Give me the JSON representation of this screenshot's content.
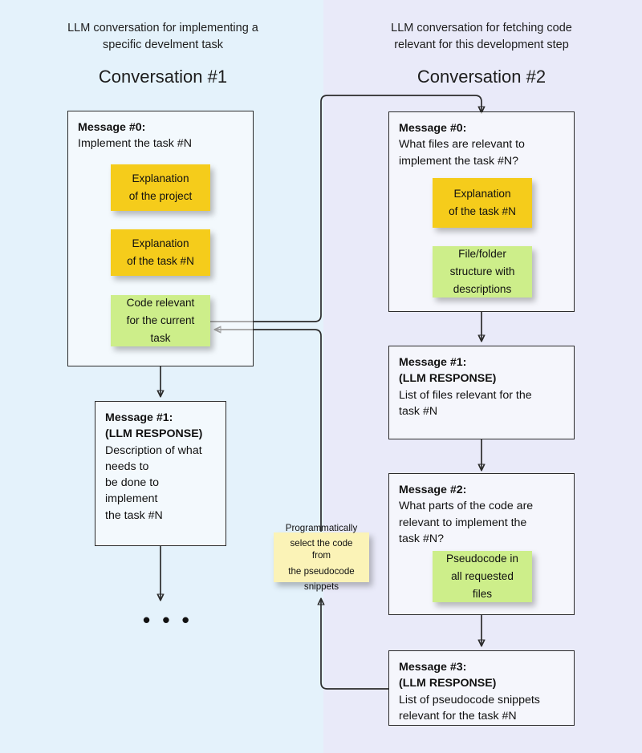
{
  "colors": {
    "left_panel_bg": "#e4f2fb",
    "right_panel_bg": "#e9eaf9",
    "box_border": "#2b2b2b",
    "note_yellow": "#f5cc1b",
    "note_green": "#cdee8a",
    "note_pale_yellow": "#fbf3b7",
    "arrow": "#2b2b2b"
  },
  "left_column": {
    "caption_line1": "LLM conversation for implementing a",
    "caption_line2": "specific develment task",
    "title": "Conversation #1",
    "message0": {
      "header": "Message #0:",
      "body_line1": "Implement the task #N",
      "notes": [
        {
          "name": "explanation-of-project-note",
          "line1": "Explanation",
          "line2": "of the project",
          "color": "yellow"
        },
        {
          "name": "explanation-of-task-note",
          "line1": "Explanation",
          "line2": "of the task #N",
          "color": "yellow"
        },
        {
          "name": "code-relevant-note",
          "line1": "Code relevant",
          "line2": "for the current",
          "line3": "task",
          "color": "green"
        }
      ]
    },
    "message1": {
      "header_line1": "Message #1:",
      "header_line2": "(LLM RESPONSE)",
      "body_line1": "Description of what",
      "body_line2": "needs to",
      "body_line3": "be done to",
      "body_line4": "implement",
      "body_line5": "the task #N"
    },
    "ellipsis": "• • •"
  },
  "right_column": {
    "caption_line1": "LLM conversation for fetching code",
    "caption_line2": "relevant for this development step",
    "title": "Conversation #2",
    "message0": {
      "header": "Message #0:",
      "body_line1": "What files are relevant to",
      "body_line2": "implement the task #N?",
      "notes": [
        {
          "name": "explanation-of-task-note",
          "line1": "Explanation",
          "line2": "of the task #N",
          "color": "yellow"
        },
        {
          "name": "file-folder-structure-note",
          "line1": "File/folder",
          "line2": "structure with",
          "line3": "descriptions",
          "color": "green"
        }
      ]
    },
    "message1": {
      "header_line1": "Message #1:",
      "header_line2": "(LLM RESPONSE)",
      "body_line1": "List of files relevant for the",
      "body_line2": "task #N"
    },
    "message2": {
      "header": "Message #2:",
      "body_line1": "What parts of the code are",
      "body_line2": "relevant to implement the",
      "body_line3": "task #N?",
      "notes": [
        {
          "name": "pseudocode-note",
          "line1": "Pseudocode in",
          "line2": "all requested",
          "line3": "files",
          "color": "green"
        }
      ]
    },
    "message3": {
      "header_line1": "Message #3:",
      "header_line2": "(LLM RESPONSE)",
      "body_line1": "List of pseudocode snippets",
      "body_line2": "relevant for the task #N"
    }
  },
  "middle_note": {
    "line1": "Programmatically",
    "line2": "select the code from",
    "line3": "the pseudocode",
    "line4": "snippets"
  }
}
